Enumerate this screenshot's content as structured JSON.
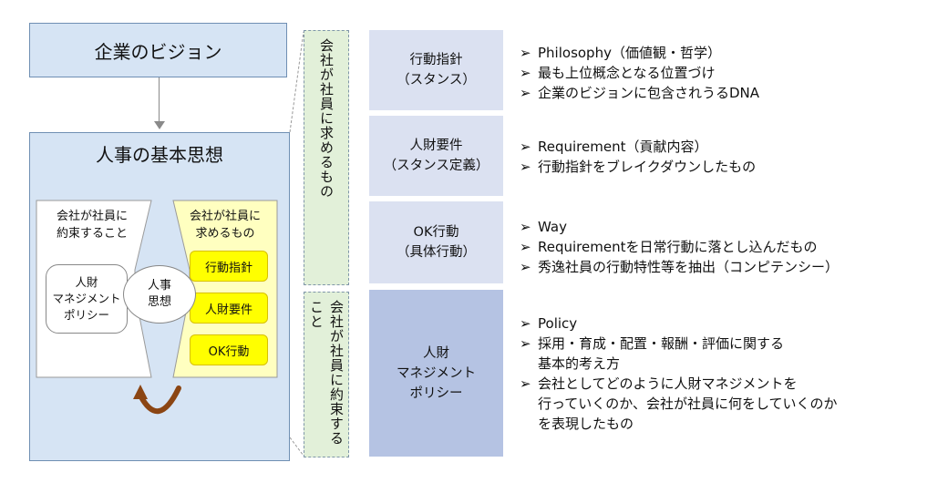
{
  "vision": {
    "label": "企業のビジョン"
  },
  "philosophy": {
    "title": "人事の基本思想",
    "promise_label": [
      "会社が社員に",
      "約束すること"
    ],
    "require_label": [
      "会社が社員に",
      "求めるもの"
    ],
    "hr_policy": [
      "人財",
      "マネジメント",
      "ポリシー"
    ],
    "core": [
      "人事",
      "思想"
    ],
    "buttons": [
      "行動指針",
      "人財要件",
      "OK行動"
    ]
  },
  "side_panels": {
    "require": "会社が社員に求めるもの",
    "promise": "会社が社員に約束すること"
  },
  "categories": [
    {
      "lines": [
        "行動指針",
        "（スタンス）"
      ]
    },
    {
      "lines": [
        "人財要件",
        "（スタンス定義）"
      ]
    },
    {
      "lines": [
        "OK行動",
        "（具体行動）"
      ]
    },
    {
      "lines": [
        "人財",
        "マネジメント",
        "ポリシー"
      ]
    }
  ],
  "descriptions": [
    {
      "items": [
        [
          "Philosophy（価値観・哲学）"
        ],
        [
          "最も上位概念となる位置づけ"
        ],
        [
          "企業のビジョンに包含されうるDNA"
        ]
      ]
    },
    {
      "items": [
        [
          "Requirement（貢献内容）"
        ],
        [
          "行動指針をブレイクダウンしたもの"
        ]
      ]
    },
    {
      "items": [
        [
          "Way"
        ],
        [
          "Requirementを日常行動に落とし込んだもの"
        ],
        [
          "秀逸社員の行動特性等を抽出（コンピテンシー）"
        ]
      ]
    },
    {
      "items": [
        [
          "Policy"
        ],
        [
          "採用・育成・配置・報酬・評価に関する",
          "基本的考え方"
        ],
        [
          "会社としてどのように人財マネジメントを",
          "行っていくのか、会社が社員に何をしていくのか",
          "を表現したもの"
        ]
      ]
    }
  ],
  "bullet": "➢",
  "colors": {
    "blue_box": "#d6e4f4",
    "yellow": "#ffff00",
    "light_yellow": "#ffffc0",
    "green_panel": "#e2f0d9",
    "cat_light": "#dbe1f1",
    "cat_dark": "#b5c3e3",
    "curve": "#8b4513"
  }
}
